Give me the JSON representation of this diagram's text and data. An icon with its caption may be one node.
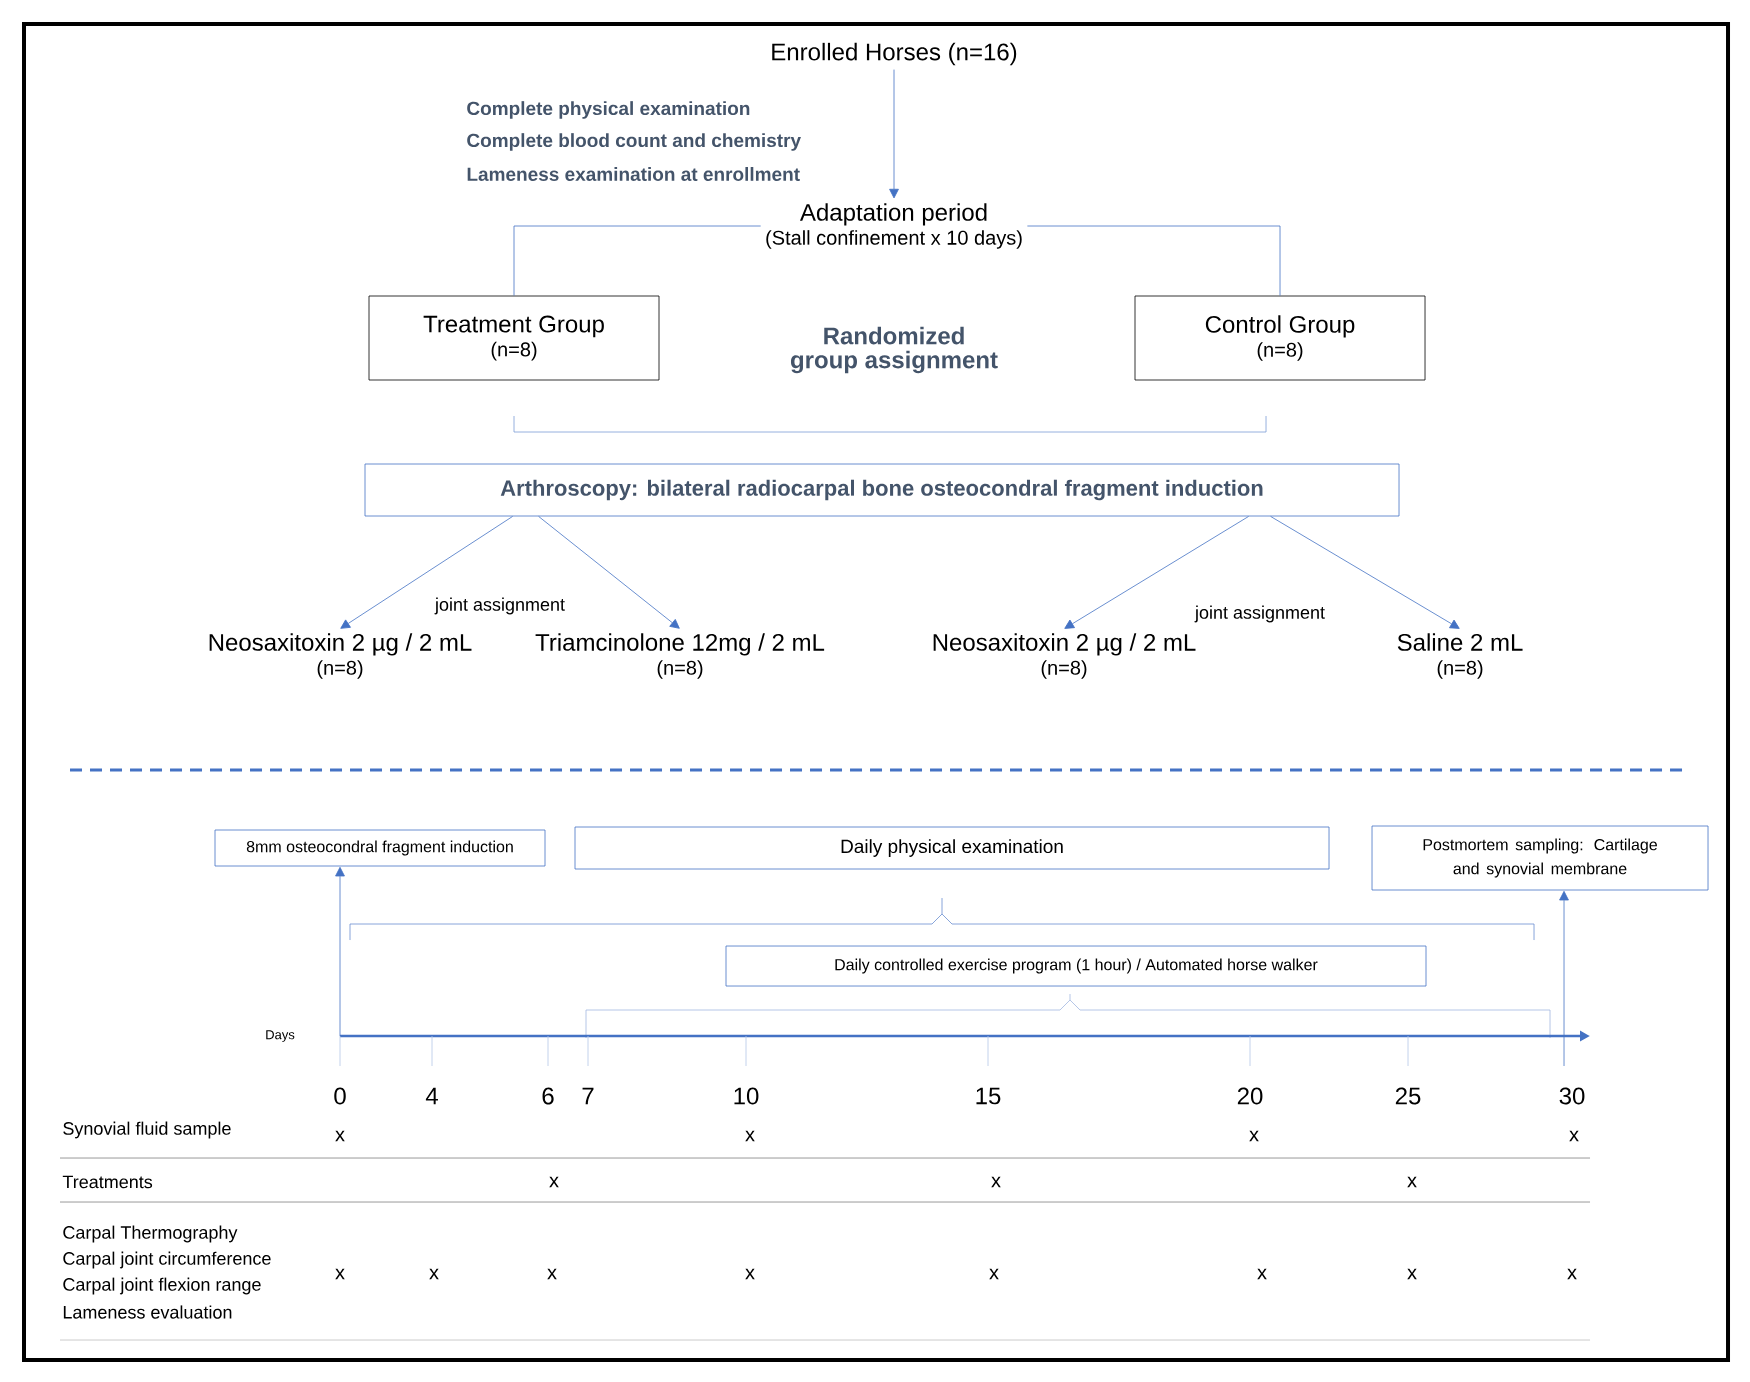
{
  "diagram": {
    "nodes": [
      {
        "text": [
          "Enrolled Horses (n=16)"
        ]
      },
      {
        "text": [
          "Adaptation period",
          "(Stall confinement x 10 days)"
        ]
      },
      {
        "text": [
          "Treatment Group",
          "(n=8)"
        ]
      },
      {
        "text": [
          "Control Group",
          "(n=8)"
        ]
      },
      {
        "text": [
          "Arthroscopy:  bilateral radiocarpal bone osteocondral fragment induction"
        ]
      },
      {
        "text": [
          "Neosaxitoxin 2 µg / 2 mL",
          "(n=8)"
        ]
      },
      {
        "text": [
          "Triamcinolone 12mg / 2 mL",
          "(n=8)"
        ]
      },
      {
        "text": [
          "Neosaxitoxin 2 µg / 2 mL",
          "(n=8)"
        ]
      },
      {
        "text": [
          "Saline 2 mL",
          "(n=8)"
        ]
      },
      {
        "text": [
          "8mm osteocondral fragment induction"
        ]
      },
      {
        "text": [
          "Daily physical examination"
        ]
      },
      {
        "text": [
          "Postmortem sampling: Cartilage and synovial membrane"
        ]
      },
      {
        "text": [
          "Daily controlled exercise program (1 hour) / Automated horse walker"
        ]
      }
    ],
    "edges": [
      {
        "from": 0,
        "to": 1,
        "arrow": "to",
        "color": "#4472c4"
      },
      {
        "from": 1,
        "to": 2,
        "arrow": "none",
        "color": "#4472c4"
      },
      {
        "from": 1,
        "to": 3,
        "arrow": "none",
        "color": "#4472c4"
      },
      {
        "from": 4,
        "to": 5,
        "arrow": "to",
        "color": "#4472c4"
      },
      {
        "from": 4,
        "to": 6,
        "arrow": "to",
        "color": "#4472c4"
      },
      {
        "from": 4,
        "to": 7,
        "arrow": "to",
        "color": "#4472c4"
      },
      {
        "from": 4,
        "to": 8,
        "arrow": "to",
        "color": "#4472c4"
      },
      {
        "from": null,
        "to": 9,
        "arrow": "to",
        "color": "#4472c4"
      },
      {
        "from": null,
        "to": 11,
        "arrow": "to",
        "color": "#4472c4"
      }
    ],
    "labels": [
      "Complete physical examination",
      "Complete blood count and chemistry",
      "Lameness examination at enrollment",
      "Randomized group assignment",
      "joint assignment",
      "joint assignment",
      "Days",
      "0",
      "4",
      "6",
      "7",
      "10",
      "15",
      "20",
      "25",
      "30",
      "Synovial fluid sample",
      "x",
      "x",
      "x",
      "x",
      "Treatments",
      "x",
      "x",
      "x",
      "Carpal Thermography",
      "Carpal joint circumference",
      "Carpal joint flexion range",
      "Lameness evaluation",
      "x",
      "x",
      "x",
      "x",
      "x",
      "x",
      "x",
      "x"
    ]
  }
}
